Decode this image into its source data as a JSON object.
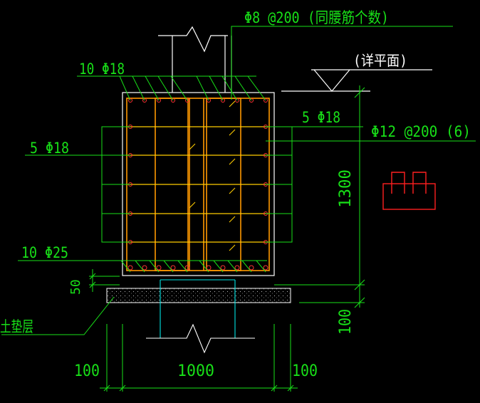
{
  "labels": {
    "stirrup_top": "Φ8 @200 (同腰筋个数)",
    "top_bars": "10 Φ18",
    "detail_note": "(详平面)",
    "side_right": "5 Φ18",
    "stirrup_right": "Φ12 @200 (6)",
    "side_left": "5 Φ18",
    "bottom_bars": "10 Φ25",
    "cover_dim": "50",
    "bedding_layer": "土垫层",
    "height_dim": "1300",
    "pad_dim": "100",
    "width_left": "100",
    "width_main": "1000",
    "width_right": "100"
  },
  "colors": {
    "frame": "#ffffff",
    "rebar": "#ff9900",
    "bar_dot": "#ff3333",
    "link": "#ffcc00",
    "dimension": "#18e018",
    "column": "#00e6e6",
    "marker": "#ff2020"
  }
}
